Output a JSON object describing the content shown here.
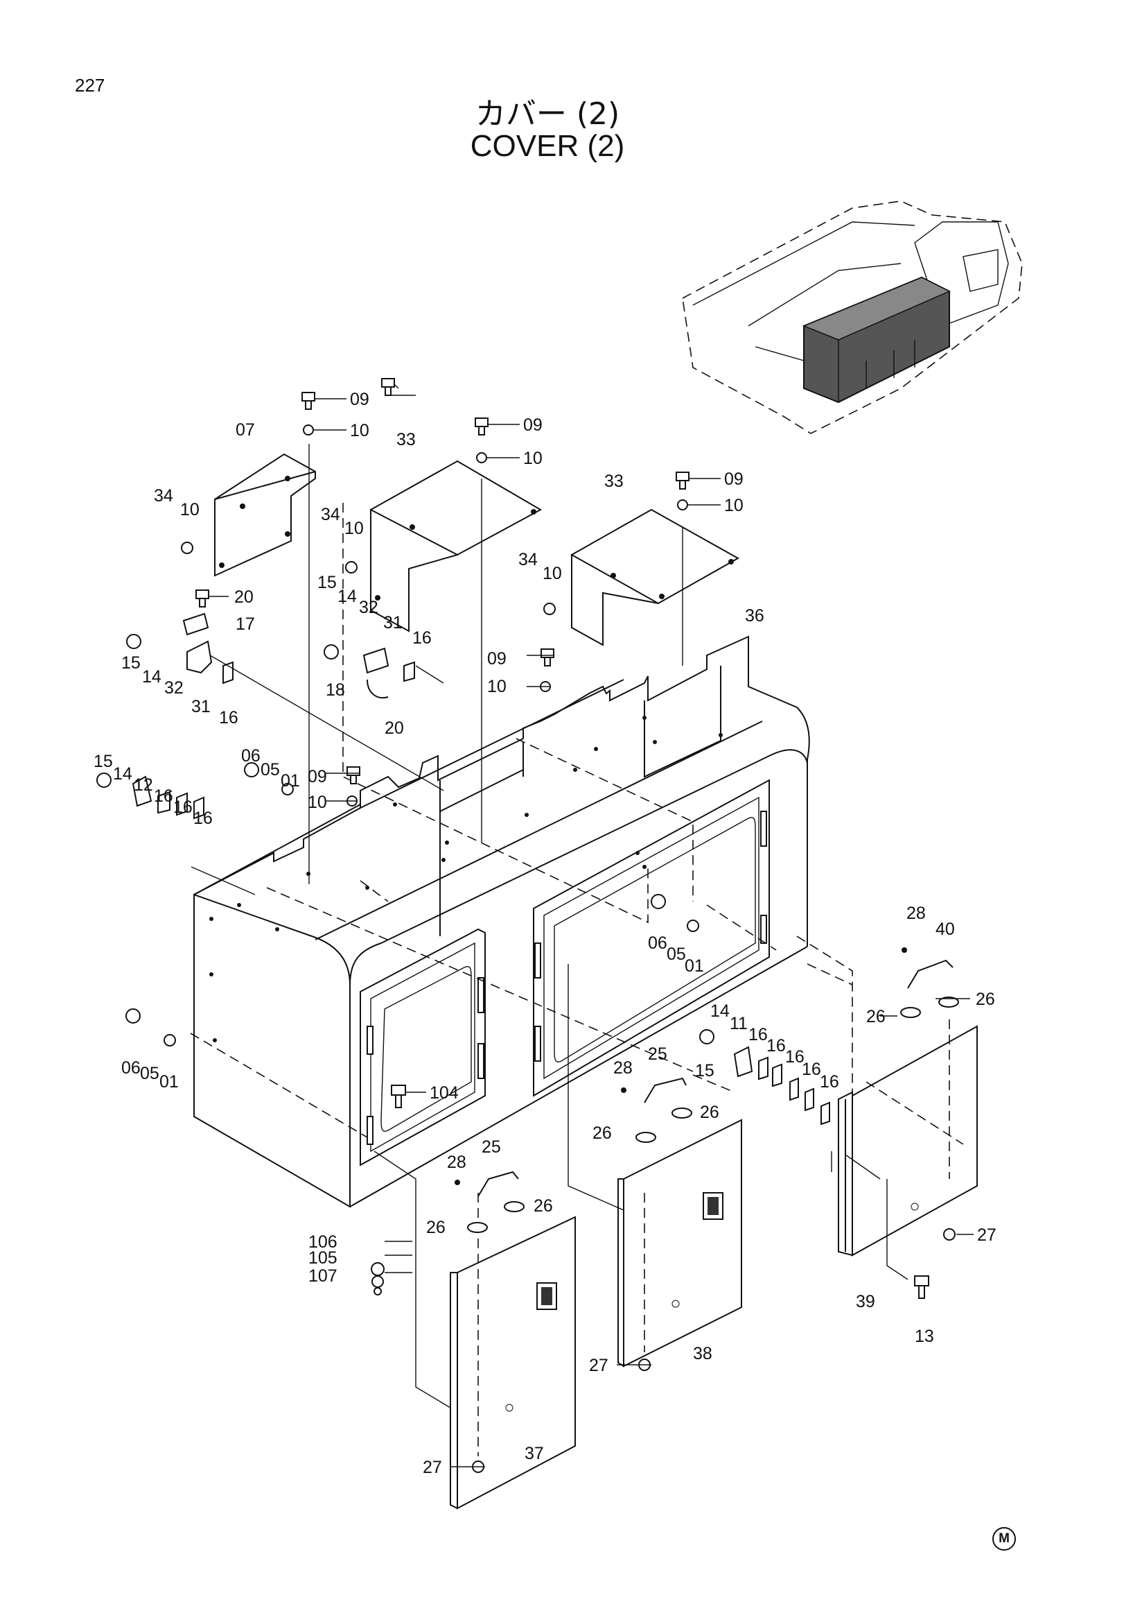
{
  "header": {
    "page_number": "227",
    "title_jp": "カバー (2)",
    "title_en": "COVER (2)"
  },
  "corner_mark": "M",
  "callouts": {
    "c09a": "09",
    "c10a": "10",
    "c07": "07",
    "c34a": "34",
    "c10b": "10",
    "c33a": "33",
    "c09b": "09",
    "c10c": "10",
    "c34b": "34",
    "c10d": "10",
    "c33b": "33",
    "c09c": "09",
    "c10e": "10",
    "c34c": "34",
    "c10f": "10",
    "c36": "36",
    "c20a": "20",
    "c17": "17",
    "c15a": "15",
    "c14a": "14",
    "c32a": "32",
    "c31a": "31",
    "c16a": "16",
    "c15b": "15",
    "c14b": "14",
    "c32b": "32",
    "c31b": "31",
    "c16b": "16",
    "c18": "18",
    "c20b": "20",
    "c09d": "09",
    "c10g": "10",
    "c15c": "15",
    "c14c": "14",
    "c12": "12",
    "c16c": "16",
    "c16d": "16",
    "c16e": "16",
    "c06a": "06",
    "c05a": "05",
    "c01a": "01",
    "c09e": "09",
    "c10h": "10",
    "c06b": "06",
    "c05b": "05",
    "c01b": "01",
    "c28a": "28",
    "c40": "40",
    "c26a": "26",
    "c26b": "26",
    "c06c": "06",
    "c05c": "05",
    "c01c": "01",
    "c104": "104",
    "c14d": "14",
    "c11": "11",
    "c16f": "16",
    "c16g": "16",
    "c16h": "16",
    "c16i": "16",
    "c16j": "16",
    "c15d": "15",
    "c28b": "28",
    "c25a": "25",
    "c26c": "26",
    "c26d": "26",
    "c28c": "28",
    "c25b": "25",
    "c26e": "26",
    "c26f": "26",
    "c106": "106",
    "c105": "105",
    "c107": "107",
    "c27a": "27",
    "c27b": "27",
    "c38": "38",
    "c39": "39",
    "c13": "13",
    "c27c": "27",
    "c37": "37"
  }
}
